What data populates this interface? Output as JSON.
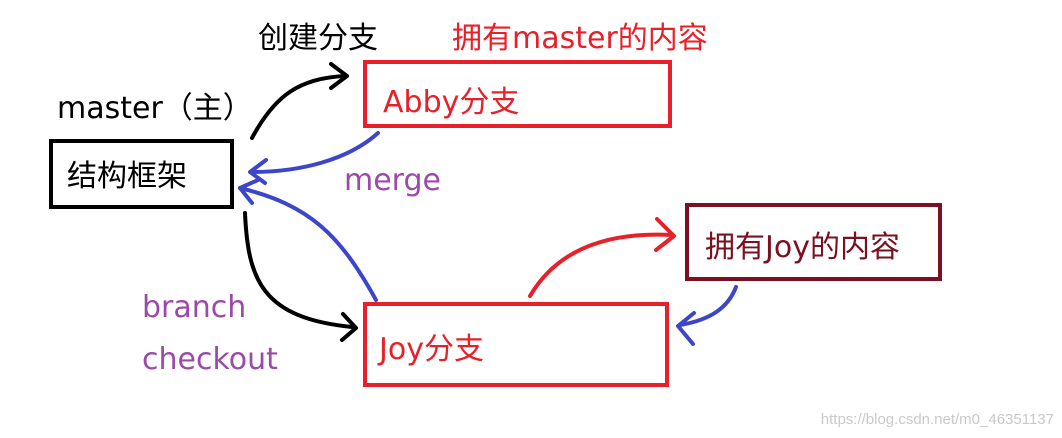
{
  "labels": {
    "create_branch": "创建分支",
    "master_main": "master（主）",
    "has_master_content": "拥有master的内容",
    "merge": "merge",
    "branch": "branch",
    "checkout": "checkout"
  },
  "nodes": {
    "framework": "结构框架",
    "abby": "Abby分支",
    "joy": "Joy分支",
    "joy_content": "拥有Joy的内容"
  },
  "watermark": "https://blog.csdn.net/m0_46351137",
  "colors": {
    "black": "#000000",
    "red": "#e8202a",
    "dark_red": "#7a1020",
    "blue": "#3d46c9",
    "purple": "#9b4aaa"
  }
}
